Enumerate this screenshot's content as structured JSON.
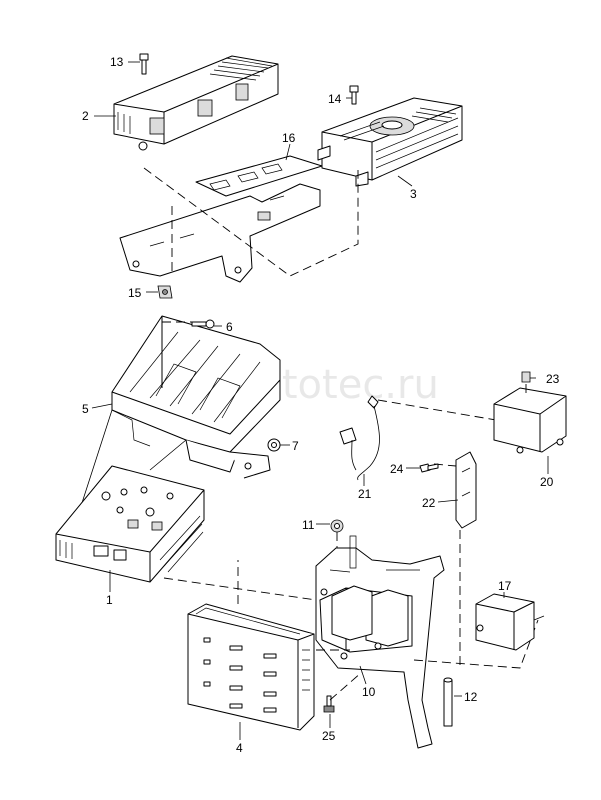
{
  "watermark": "autotec.ru",
  "labels": {
    "p1": "1",
    "p2": "2",
    "p3": "3",
    "p4": "4",
    "p5": "5",
    "p6": "6",
    "p7": "7",
    "p10": "10",
    "p11": "11",
    "p12": "12",
    "p13": "13",
    "p14": "14",
    "p15": "15",
    "p16": "16",
    "p17": "17",
    "p20": "20",
    "p21": "21",
    "p22": "22",
    "p23": "23",
    "p24": "24",
    "p25": "25"
  }
}
